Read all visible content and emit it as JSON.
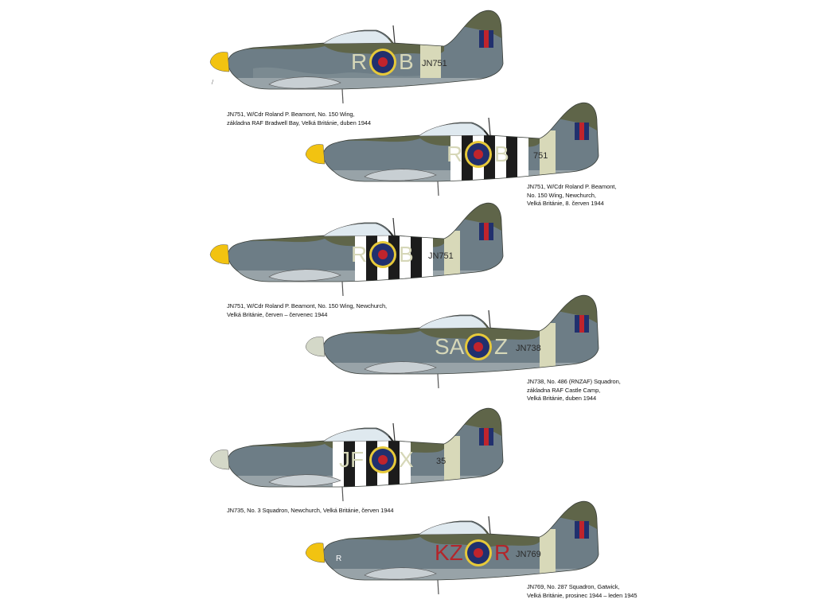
{
  "colors": {
    "ocean_grey": "#6d7d86",
    "dark_green": "#5f6549",
    "medium_sea_grey": "#98a3a8",
    "sky": "#d8d9b9",
    "spinner_yellow": "#f2c311",
    "spinner_sky": "#d4d8c8",
    "roundel_blue": "#21306e",
    "roundel_red": "#c0242c",
    "roundel_yellow": "#e6c93a",
    "code_sky": "#d6d7b8",
    "code_red": "#b3262b",
    "stripe_black": "#1c1c1c",
    "stripe_white": "#ffffff"
  },
  "profiles": [
    {
      "id": "jn751-bradwell",
      "code_left": "R",
      "code_right": "B",
      "serial": "JN751",
      "caption": [
        "JN751, W/Cdr Roland P. Beamont, No. 150 Wing,",
        "základna RAF Bradwell Bay, Velká Británie, duben 1944"
      ]
    },
    {
      "id": "jn751-newchurch-june",
      "code_left": "R",
      "code_right": "B",
      "serial": "751",
      "caption": [
        "JN751, W/Cdr Roland P. Beamont,",
        "No. 150 Wing, Newchurch,",
        "Velká Británie, 8. červen 1944"
      ]
    },
    {
      "id": "jn751-newchurch-july",
      "code_left": "R",
      "code_right": "B",
      "serial": "JN751",
      "caption": [
        "JN751, W/Cdr Roland P. Beamont, No. 150 Wing, Newchurch,",
        "Velká Británie, červen – červenec 1944"
      ]
    },
    {
      "id": "jn738",
      "code_left": "SA",
      "code_right": "Z",
      "serial": "JN738",
      "caption": [
        "JN738, No. 486 (RNZAF) Squadron,",
        "základna RAF Castle Camp,",
        "Velká Británie, duben 1944"
      ]
    },
    {
      "id": "jn735",
      "code_left": "JF",
      "code_right": "X",
      "serial": "35",
      "caption": [
        "JN735, No. 3 Squadron, Newchurch, Velká Británie, červen 1944"
      ]
    },
    {
      "id": "jn769",
      "code_left": "KZ",
      "code_right": "R",
      "serial": "JN769",
      "nose_letter": "R",
      "caption": [
        "JN769, No. 287 Squadron, Gatwick,",
        "Velká Británie, prosinec 1944 – leden 1945"
      ]
    }
  ]
}
